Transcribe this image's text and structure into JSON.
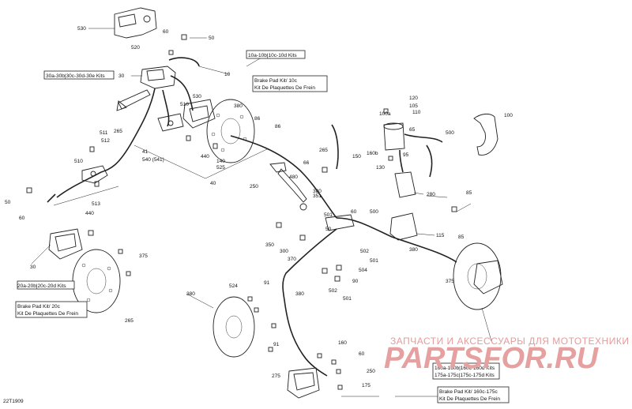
{
  "diagram_id": "22T1909",
  "kit_labels": {
    "master_kit": "30a-30b|30c-30d-30e Kits",
    "pad_kit_10_numbers": "10a-10b|10c-10d Kits",
    "pad_kit_10_line1": "Brake Pad Kit/ 10c",
    "pad_kit_10_line2": "Kit De Plaquettes De Frein",
    "pad_kit_20_numbers": "20a-20b|20c-20d Kits",
    "pad_kit_20_line1": "Brake Pad Kit/ 20c",
    "pad_kit_20_line2": "Kit De Plaquettes De Frein",
    "pad_kit_160_numbers_1": "160a-160b|160c-160d Kits",
    "pad_kit_160_numbers_2": "175a-175c|175c-175d Kits",
    "pad_kit_175_line1": "Brake Pad Kit/ 160c-175c",
    "pad_kit_175_line2": "Kit De Plaquettes De Frein"
  },
  "callouts": [
    "530",
    "60",
    "50",
    "520",
    "10",
    "30",
    "510",
    "530",
    "380",
    "86",
    "511",
    "265",
    "512",
    "41",
    "540 (541)",
    "440",
    "140",
    "525",
    "510",
    "50",
    "513",
    "440",
    "60",
    "30",
    "40",
    "86",
    "265",
    "150",
    "480",
    "66",
    "250",
    "351",
    "375",
    "380",
    "350",
    "300",
    "501",
    "370",
    "60",
    "50",
    "502",
    "501",
    "504",
    "501",
    "502",
    "90",
    "500",
    "115",
    "120",
    "105",
    "110",
    "100a",
    "160b",
    "65",
    "130",
    "95",
    "500",
    "100",
    "280",
    "380",
    "85",
    "85",
    "375",
    "524",
    "91",
    "380",
    "380",
    "265",
    "91",
    "275",
    "160",
    "60",
    "250",
    "175"
  ],
  "watermark": {
    "line1": "ЗАПЧАСТИ И АКСЕССУАРЫ ДЛЯ МОТОТЕХНИКИ",
    "line2": "PARTSFOR.RU"
  },
  "colors": {
    "ink": "#222222",
    "watermark": "#e6a0a0"
  }
}
